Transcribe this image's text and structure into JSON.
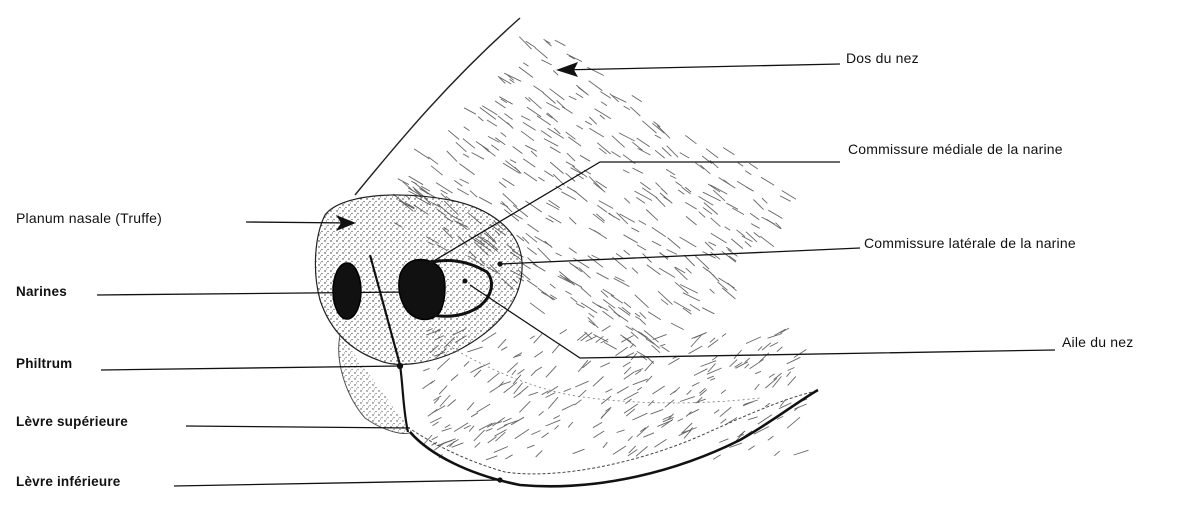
{
  "labels": {
    "dos_du_nez": "Dos du nez",
    "commissure_mediale": "Commissure médiale de la narine",
    "planum_nasale": "Planum nasale (Truffe)",
    "commissure_laterale": "Commissure latérale de la narine",
    "narines": "Narines",
    "aile_du_nez": "Aile du nez",
    "philtrum": "Philtrum",
    "levre_superieure": "Lèvre supérieure",
    "levre_inferieure": "Lèvre inférieure"
  },
  "colors": {
    "ink": "#111111",
    "background": "#ffffff"
  }
}
